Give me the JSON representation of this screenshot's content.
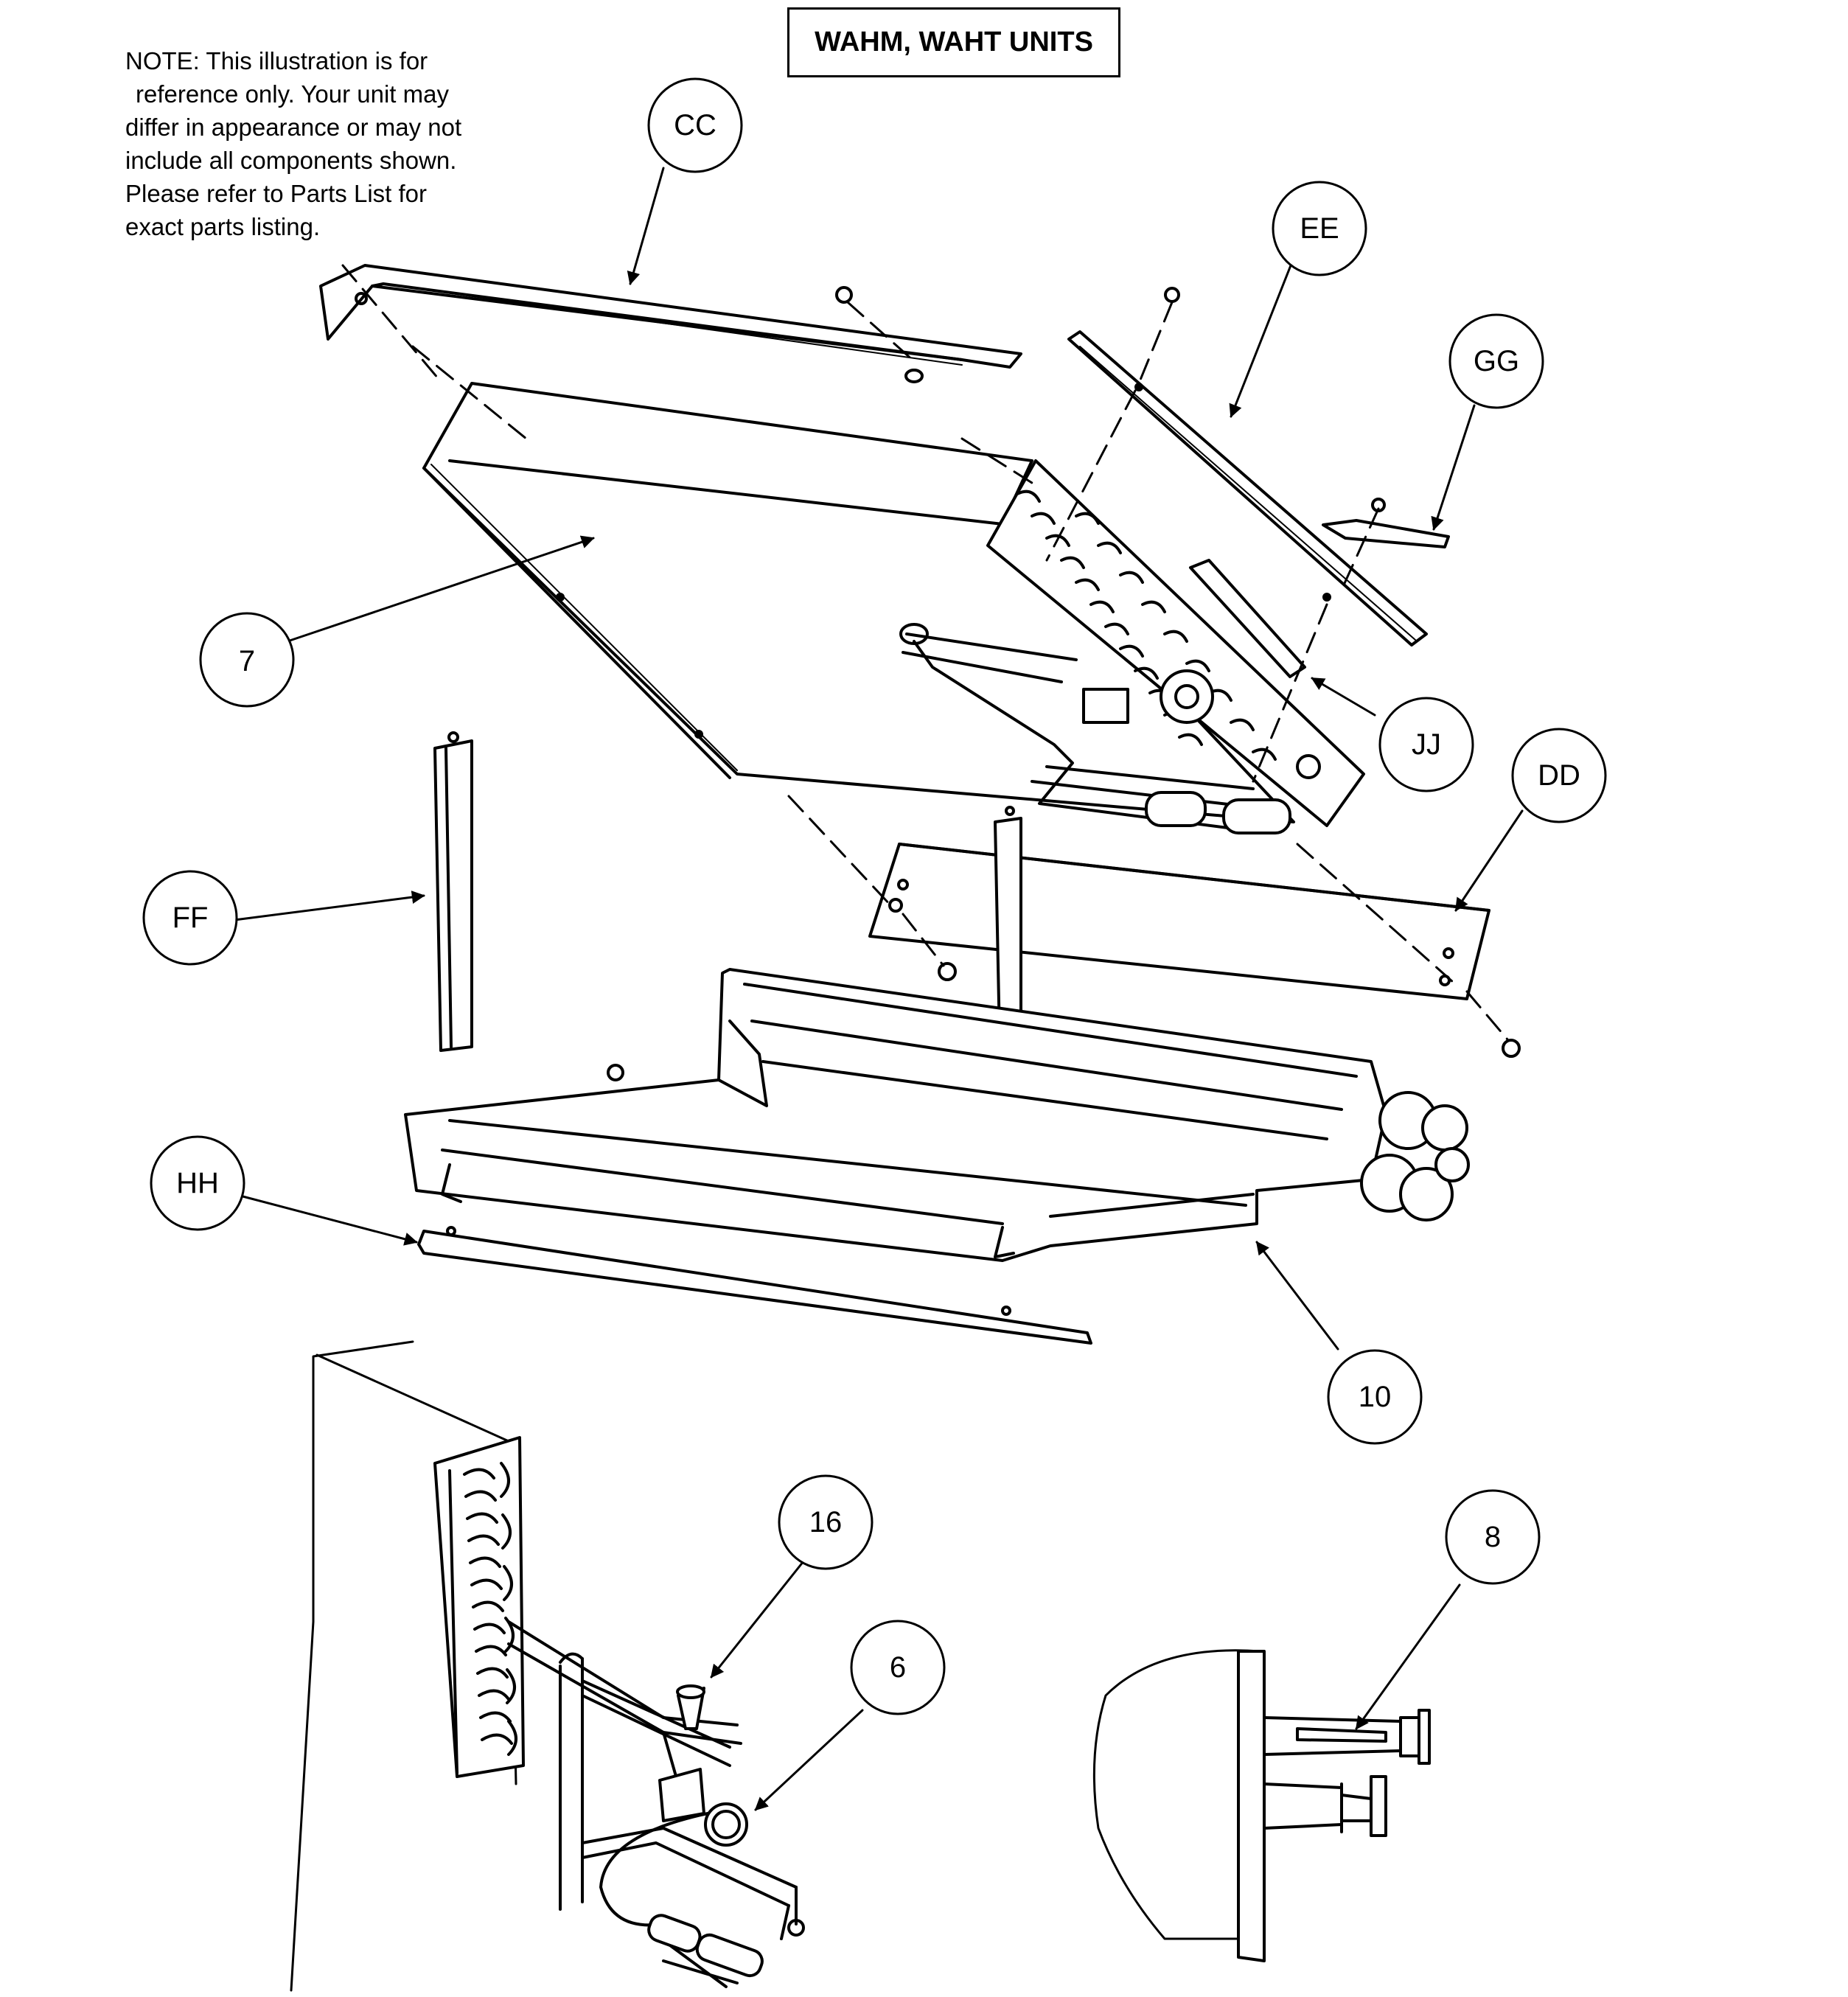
{
  "title": "WAHM, WAHT UNITS",
  "note": [
    "NOTE: This illustration is for",
    "reference only.  Your unit may",
    "differ in appearance or may not",
    "include all components shown.",
    "Please refer to Parts List for",
    "exact parts listing."
  ],
  "callouts": {
    "cc": "CC",
    "ee": "EE",
    "gg": "GG",
    "p7": "7",
    "jj": "JJ",
    "dd": "DD",
    "ff": "FF",
    "hh": "HH",
    "p10": "10",
    "p16": "16",
    "p6": "6",
    "p8": "8"
  }
}
